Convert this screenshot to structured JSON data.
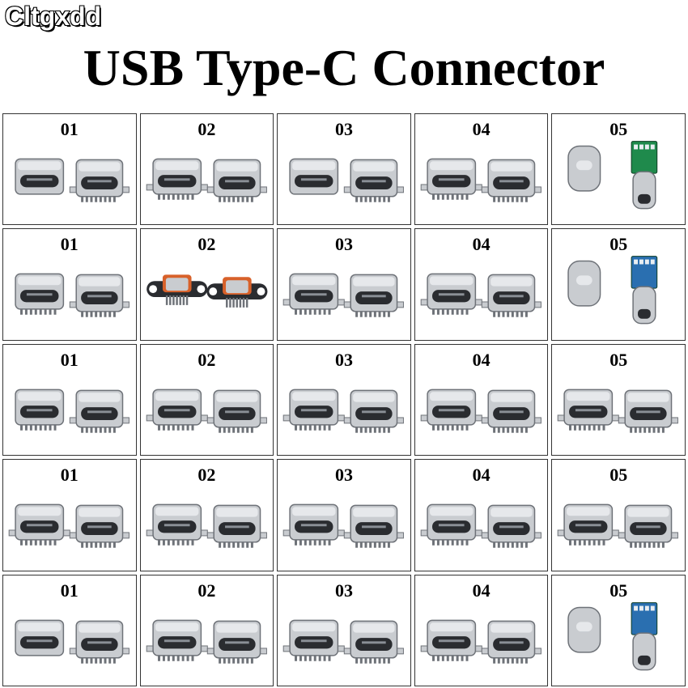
{
  "brand": "Cltgxdd",
  "title": "USB Type-C Connector",
  "grid": {
    "rows": [
      {
        "cells": [
          {
            "label": "01",
            "variant": "metal-shell"
          },
          {
            "label": "02",
            "variant": "smd-flange"
          },
          {
            "label": "03",
            "variant": "metal-shell"
          },
          {
            "label": "04",
            "variant": "smd-flange"
          },
          {
            "label": "05",
            "variant": "pcb-plug"
          }
        ]
      },
      {
        "cells": [
          {
            "label": "01",
            "variant": "dip-pins"
          },
          {
            "label": "02",
            "variant": "gasket-orange"
          },
          {
            "label": "03",
            "variant": "smd-flange"
          },
          {
            "label": "04",
            "variant": "smd-flange"
          },
          {
            "label": "05",
            "variant": "pcb-plug-blue"
          }
        ]
      },
      {
        "cells": [
          {
            "label": "01",
            "variant": "dip-pins"
          },
          {
            "label": "02",
            "variant": "smd-flange"
          },
          {
            "label": "03",
            "variant": "smd-flange"
          },
          {
            "label": "04",
            "variant": "smd-flange"
          },
          {
            "label": "05",
            "variant": "smd-flange"
          }
        ]
      },
      {
        "cells": [
          {
            "label": "01",
            "variant": "smd-flange"
          },
          {
            "label": "02",
            "variant": "smd-flange"
          },
          {
            "label": "03",
            "variant": "smd-flange"
          },
          {
            "label": "04",
            "variant": "smd-flange"
          },
          {
            "label": "05",
            "variant": "smd-flange"
          }
        ]
      },
      {
        "cells": [
          {
            "label": "01",
            "variant": "metal-shell"
          },
          {
            "label": "02",
            "variant": "smd-flange"
          },
          {
            "label": "03",
            "variant": "smd-flange"
          },
          {
            "label": "04",
            "variant": "smd-flange"
          },
          {
            "label": "05",
            "variant": "pcb-plug-blue"
          }
        ]
      }
    ]
  },
  "colors": {
    "metal": "#c9ccd0",
    "metal_dark": "#6e7278",
    "opening": "#2a2c30",
    "pcb_green": "#1f8a4c",
    "pcb_blue": "#2a6fb0",
    "gasket": "#d8612a",
    "border": "#333333"
  }
}
